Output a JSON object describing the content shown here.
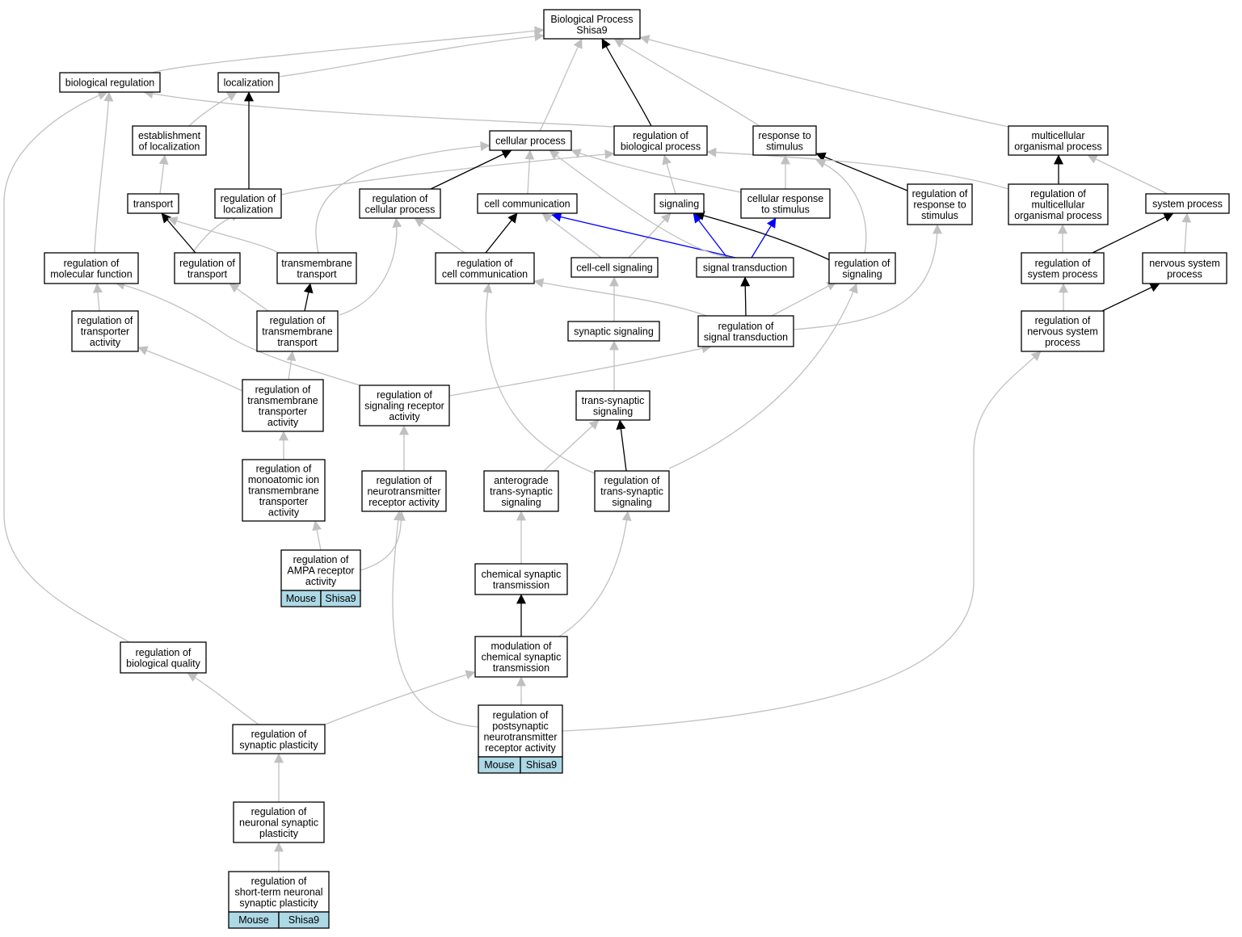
{
  "colors": {
    "is_a": "#c0c0c0",
    "part_of": "#000000",
    "regulates": "#0000ff",
    "tag_fill": "#add8e6"
  },
  "nodes": {
    "root": [
      "Biological Process",
      "Shisa9"
    ],
    "bioreg": [
      "biological regulation"
    ],
    "local": [
      "localization"
    ],
    "estab": [
      "establishment",
      "of localization"
    ],
    "transport": [
      "transport"
    ],
    "regloc": [
      "regulation of",
      "localization"
    ],
    "cellproc": [
      "cellular process"
    ],
    "regbio": [
      "regulation of",
      "biological process"
    ],
    "resp": [
      "response to",
      "stimulus"
    ],
    "multi": [
      "multicellular",
      "organismal process"
    ],
    "regcell": [
      "regulation of",
      "cellular process"
    ],
    "cellcomm": [
      "cell communication"
    ],
    "signaling": [
      "signaling"
    ],
    "cellresp": [
      "cellular response",
      "to stimulus"
    ],
    "regresp": [
      "regulation of",
      "response to",
      "stimulus"
    ],
    "regmulti": [
      "regulation of",
      "multicellular",
      "organismal process"
    ],
    "sysproc": [
      "system process"
    ],
    "regmol": [
      "regulation of",
      "molecular function"
    ],
    "regtrans": [
      "regulation of",
      "transport"
    ],
    "tmtrans": [
      "transmembrane",
      "transport"
    ],
    "regcomm": [
      "regulation of",
      "cell communication"
    ],
    "ccsig": [
      "cell-cell signaling"
    ],
    "sigtrans": [
      "signal transduction"
    ],
    "regsig": [
      "regulation of",
      "signaling"
    ],
    "regsys": [
      "regulation of",
      "system process"
    ],
    "nerv": [
      "nervous system",
      "process"
    ],
    "regtport": [
      "regulation of",
      "transporter",
      "activity"
    ],
    "regtm": [
      "regulation of",
      "transmembrane",
      "transport"
    ],
    "synsig": [
      "synaptic signaling"
    ],
    "regst": [
      "regulation of",
      "signal transduction"
    ],
    "regnerv": [
      "regulation of",
      "nervous system",
      "process"
    ],
    "regtmta": [
      "regulation of",
      "transmembrane",
      "transporter",
      "activity"
    ],
    "regsra": [
      "regulation of",
      "signaling receptor",
      "activity"
    ],
    "tss": [
      "trans-synaptic",
      "signaling"
    ],
    "region": [
      "regulation of",
      "monoatomic ion",
      "transmembrane",
      "transporter",
      "activity"
    ],
    "regnra": [
      "regulation of",
      "neurotransmitter",
      "receptor activity"
    ],
    "antero": [
      "anterograde",
      "trans-synaptic",
      "signaling"
    ],
    "regtss": [
      "regulation of",
      "trans-synaptic",
      "signaling"
    ],
    "ampa": [
      "regulation of",
      "AMPA receptor",
      "activity"
    ],
    "chemsyn": [
      "chemical synaptic",
      "transmission"
    ],
    "regqual": [
      "regulation of",
      "biological quality"
    ],
    "modchem": [
      "modulation of",
      "chemical synaptic",
      "transmission"
    ],
    "regpost": [
      "regulation of",
      "postsynaptic",
      "neurotransmitter",
      "receptor activity"
    ],
    "regsyn": [
      "regulation of",
      "synaptic plasticity"
    ],
    "regneur": [
      "regulation of",
      "neuronal synaptic",
      "plasticity"
    ],
    "regshort": [
      "regulation of",
      "short-term neuronal",
      "synaptic plasticity"
    ]
  },
  "tags": {
    "ampa": [
      "Mouse",
      "Shisa9"
    ],
    "regpost": [
      "Mouse",
      "Shisa9"
    ],
    "regshort": [
      "Mouse",
      "Shisa9"
    ]
  }
}
